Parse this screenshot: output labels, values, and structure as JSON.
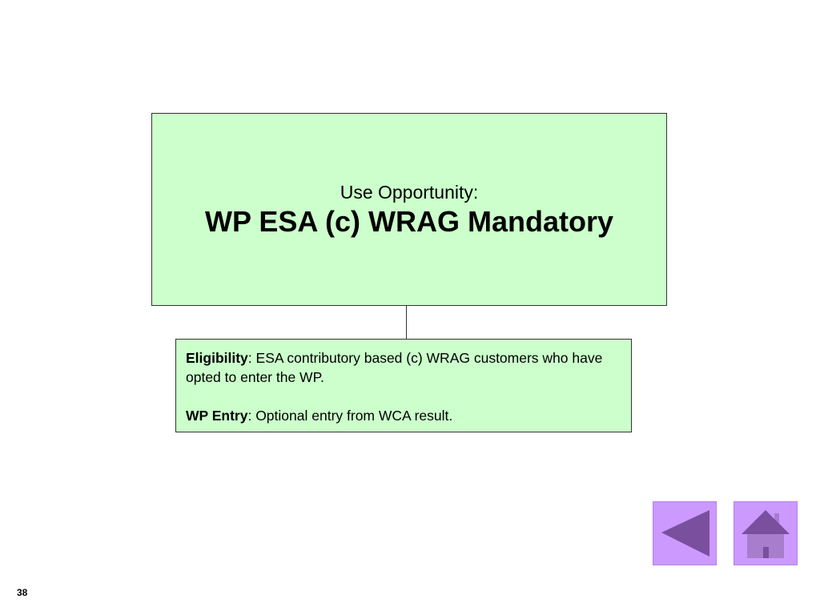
{
  "slide": {
    "heading_prefix": "Use Opportunity:",
    "heading_title": "WP ESA (c) WRAG Mandatory",
    "eligibility_label": "Eligibility",
    "eligibility_text": ": ESA contributory based (c) WRAG customers who have opted to enter the WP.",
    "entry_label": "WP Entry",
    "entry_text": ": Optional entry from WCA result.",
    "page_number": "38"
  },
  "navigation": {
    "back_icon": "back-arrow-icon",
    "home_icon": "home-icon",
    "button_color": "#cc99ff",
    "icon_color": "#7a4f9e"
  },
  "colors": {
    "box_fill": "#ccffcc",
    "border": "#333333"
  }
}
